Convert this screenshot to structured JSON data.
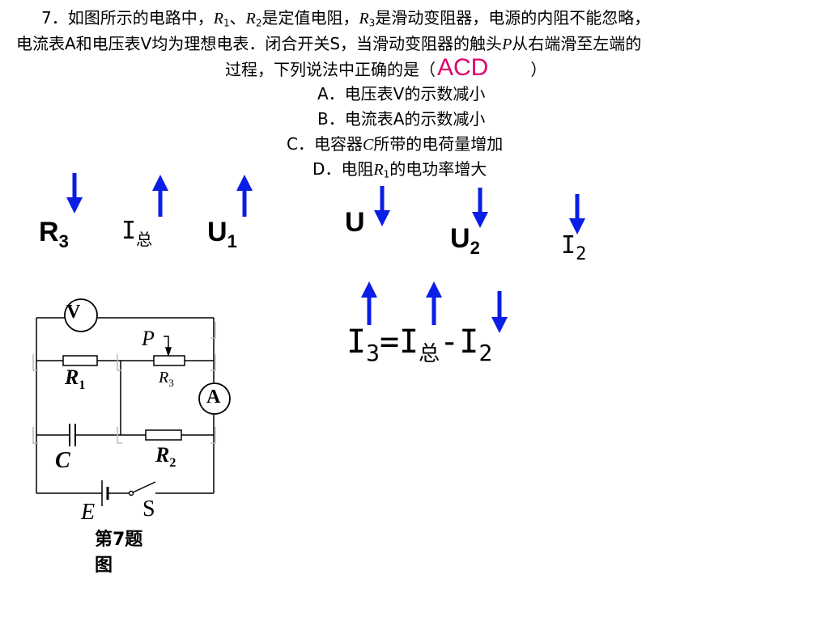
{
  "question": {
    "line1": {
      "prefix": "7．如图所示的电路中，",
      "r1": "R",
      "r1sub": "1",
      "sep": "、",
      "r2": "R",
      "r2sub": "2",
      "mid": "是定值电阻，",
      "r3": "R",
      "r3sub": "3",
      "suffix": "是滑动变阻器，电源的内阻不能忽略，"
    },
    "line2": {
      "prefix": "电流表A和电压表V均为理想电表．闭合开关S，当滑动变阻器的触头",
      "p": "P",
      "suffix": "从右端滑至左端的"
    },
    "line3": {
      "prefix": "过程，下列说法中正确的是（",
      "answer": "ACD",
      "suffix": "）"
    },
    "options": {
      "a": "A．电压表V的示数减小",
      "b": "B．电流表A的示数减小",
      "c_prefix": "C．电容器",
      "c_var": "C",
      "c_suffix": "所带的电荷量增加",
      "d_prefix": "D．电阻",
      "d_var": "R",
      "d_sub": "1",
      "d_suffix": "的电功率增大"
    }
  },
  "analysis": {
    "r3": {
      "base": "R",
      "sub": "3",
      "arrow": "down"
    },
    "itotal": {
      "base": "I",
      "sub": "总",
      "arrow": "up"
    },
    "u1": {
      "base": "U",
      "sub": "1",
      "arrow": "up"
    },
    "u": {
      "base": "U",
      "arrow": "down"
    },
    "u2": {
      "base": "U",
      "sub": "2",
      "arrow": "down"
    },
    "i2": {
      "base": "I",
      "sub": "2",
      "arrow": "down"
    },
    "equation": {
      "i3": "I",
      "i3sub": "3",
      "eq": "=",
      "it": "I",
      "itsub": "总",
      "minus": "-",
      "i2": "I",
      "i2sub": "2"
    },
    "eq_arrows": [
      "up",
      "up",
      "down"
    ]
  },
  "circuit": {
    "voltmeter": "V",
    "ammeter": "A",
    "r1": "R",
    "r1sub": "1",
    "r2": "R",
    "r2sub": "2",
    "r3": "R",
    "r3sub": "3",
    "p": "P",
    "c": "C",
    "e": "E",
    "s": "S",
    "caption_line1": "第7题",
    "caption_line2": "图"
  },
  "colors": {
    "arrow": "#0a1ee6",
    "answer": "#e0006a"
  }
}
